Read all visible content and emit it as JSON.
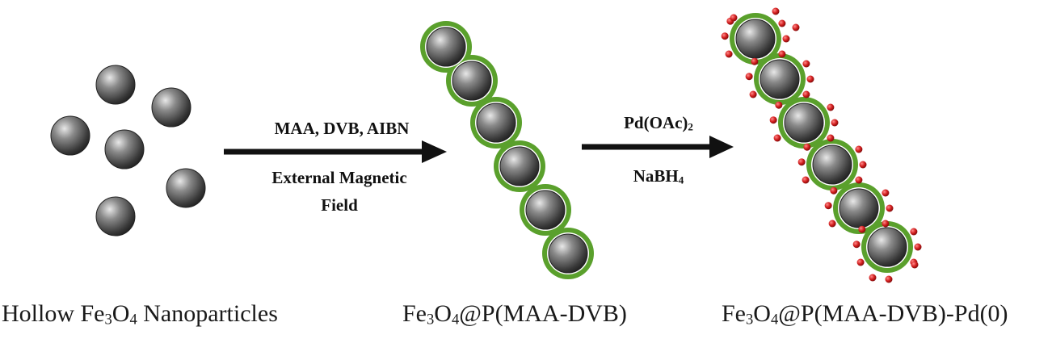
{
  "step1": {
    "reagents": "MAA, DVB, AIBN",
    "condition_line1": "External Magnetic",
    "condition_line2": "Field"
  },
  "step2": {
    "reagent_prefix": "Pd(OAc)",
    "reagent_subscript": "2",
    "condition_prefix": "NaBH",
    "condition_subscript": "4"
  },
  "labels": {
    "hollow": {
      "prefix": "Hollow Fe",
      "sub1": "3",
      "mid": "O",
      "sub2": "4",
      "suffix": " Nanoparticles"
    },
    "coated": {
      "prefix": "Fe",
      "sub1": "3",
      "mid": "O",
      "sub2": "4",
      "suffix": "@P(MAA-DVB)"
    },
    "pd": {
      "prefix": "Fe",
      "sub1": "3",
      "mid": "O",
      "sub2": "4",
      "suffix": "@P(MAA-DVB)-Pd(0)"
    }
  },
  "colors": {
    "shell": "#5aa02c",
    "pd_dot": "#d21e1e",
    "arrow": "#111111"
  }
}
